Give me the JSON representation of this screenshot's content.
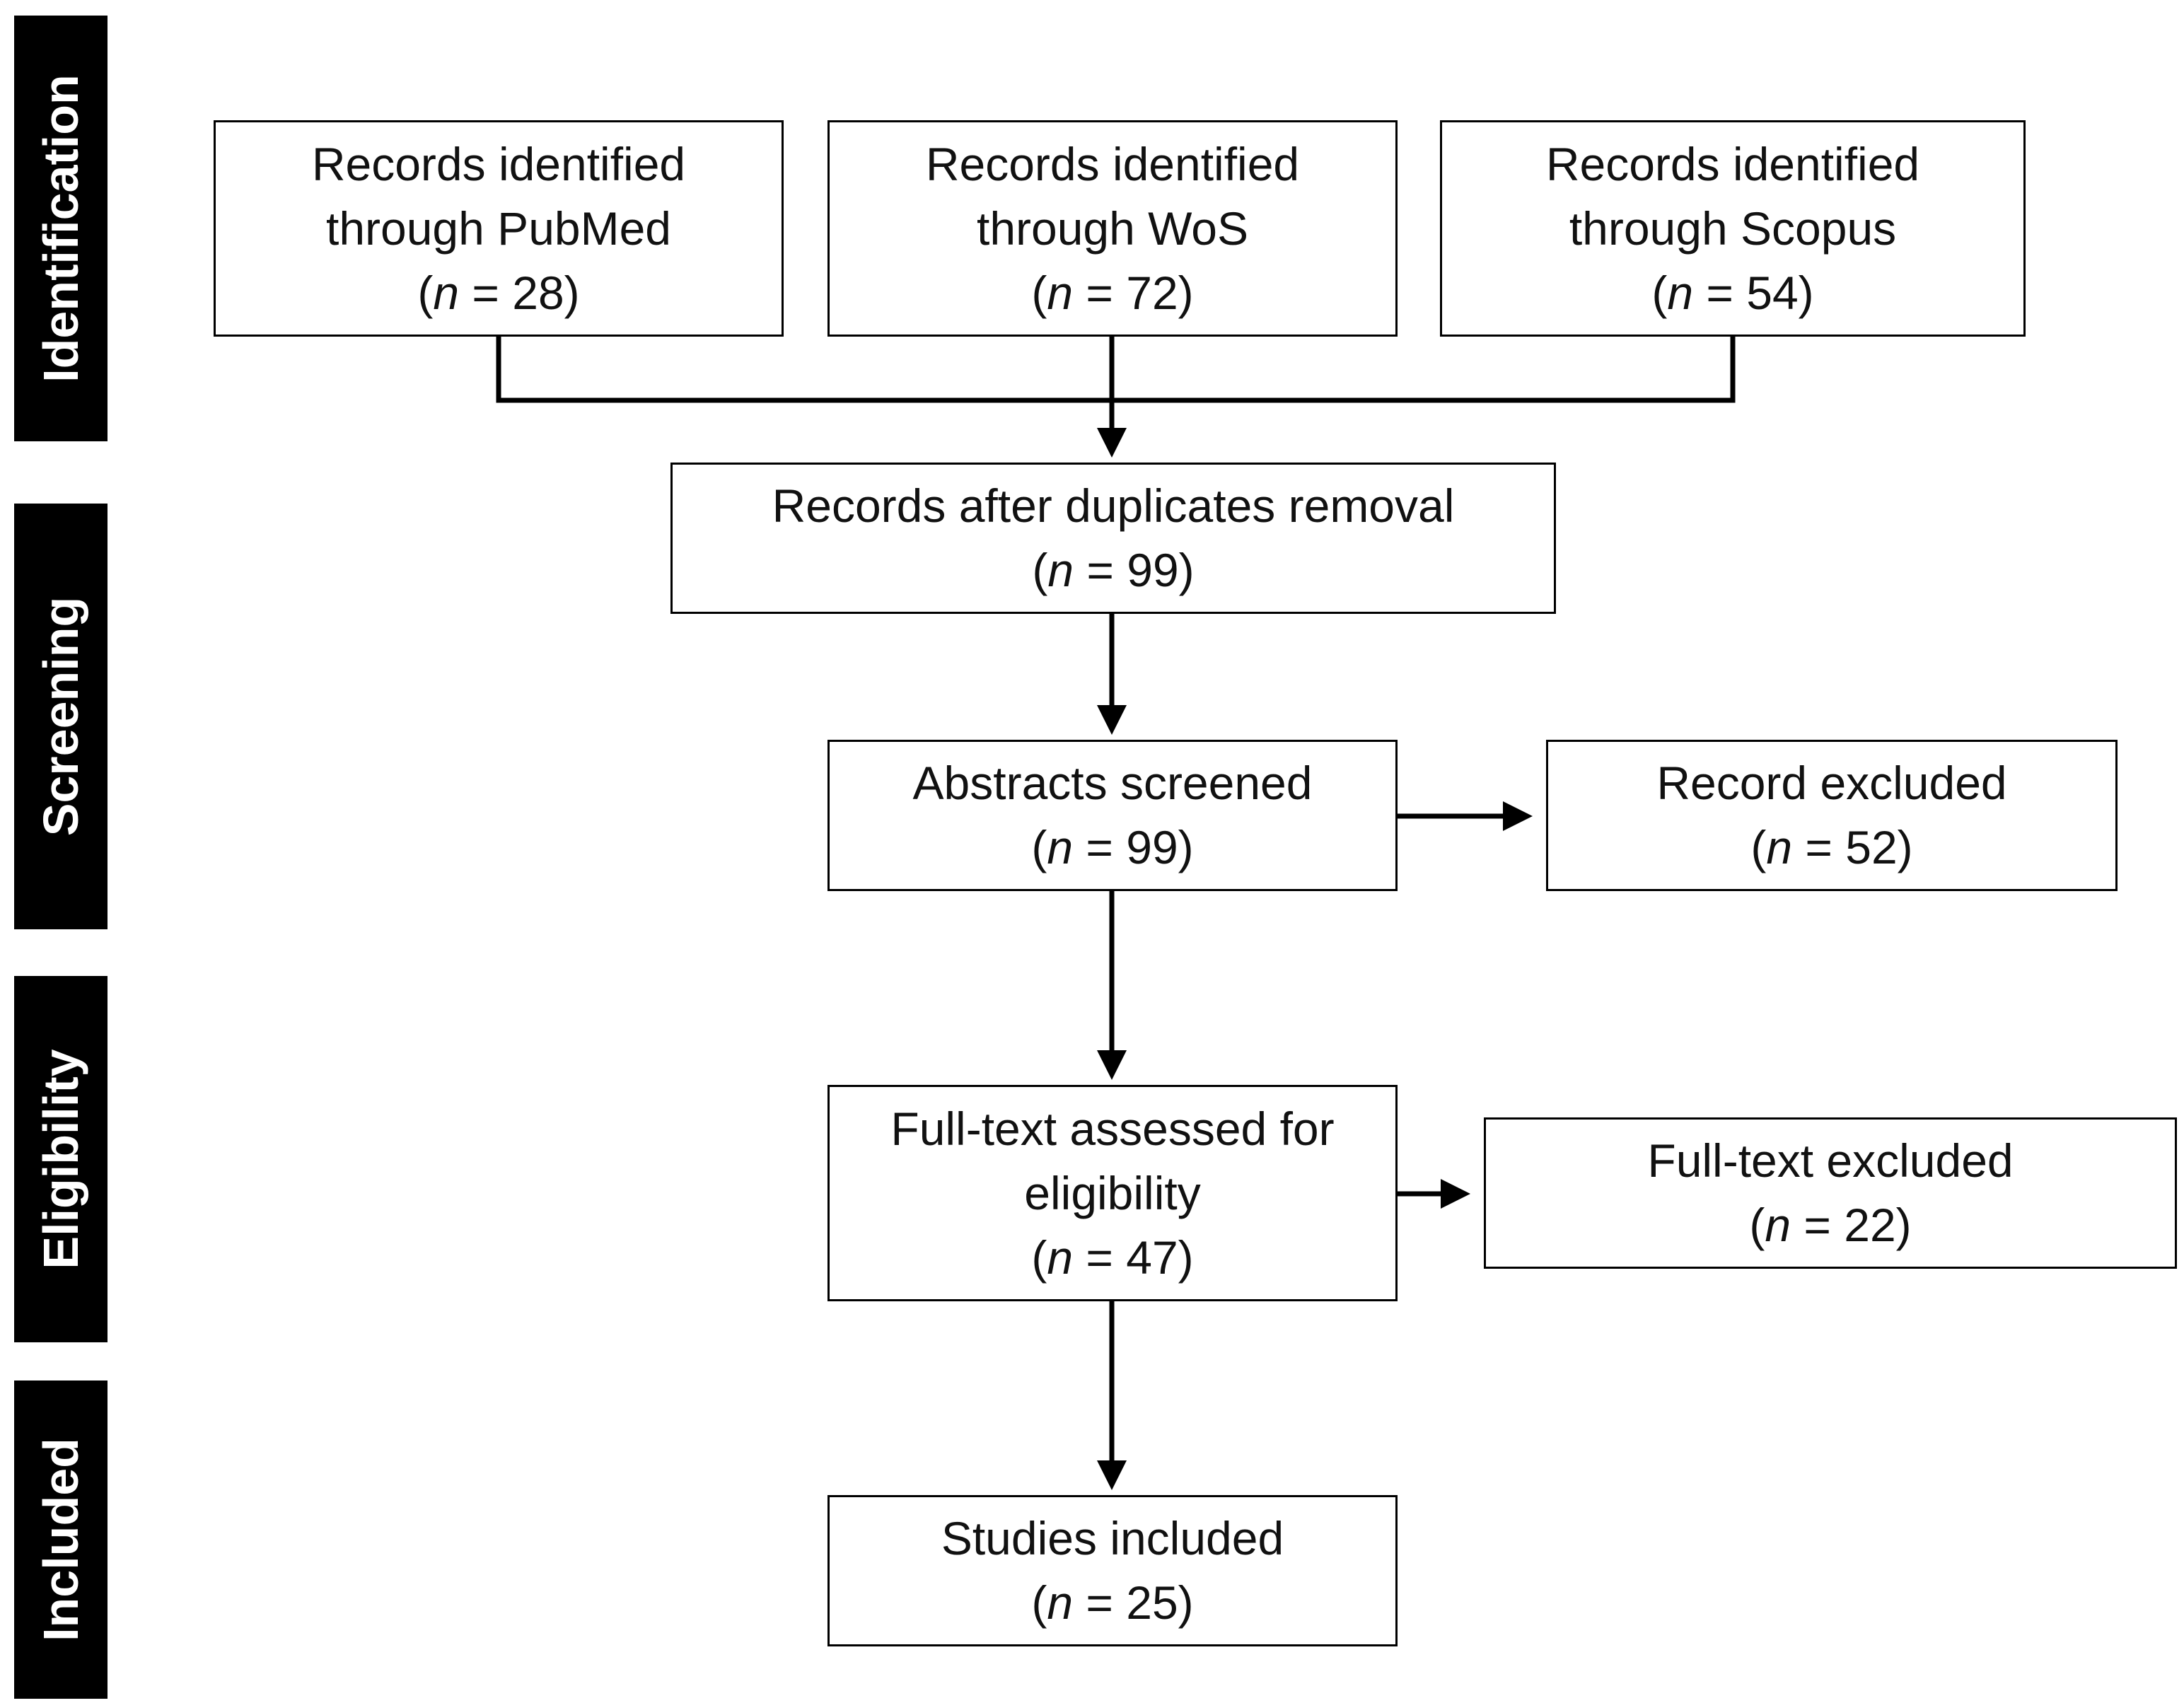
{
  "stages": [
    "Identification",
    "Screening",
    "Eligibility",
    "Included"
  ],
  "n_symbol": "n",
  "boxes": {
    "pubmed": {
      "lines": [
        "Records identified",
        "through PubMed"
      ],
      "n": "28"
    },
    "wos": {
      "lines": [
        "Records identified",
        "through WoS"
      ],
      "n": "72"
    },
    "scopus": {
      "lines": [
        "Records identified",
        "through Scopus"
      ],
      "n": "54"
    },
    "dedup": {
      "lines": [
        "Records after duplicates removal"
      ],
      "n": "99"
    },
    "abstracts": {
      "lines": [
        "Abstracts screened"
      ],
      "n": "99"
    },
    "rec_excl": {
      "lines": [
        "Record excluded"
      ],
      "n": "52"
    },
    "fulltext": {
      "lines": [
        "Full-text assessed for",
        "eligibility"
      ],
      "n": "47"
    },
    "ft_excl": {
      "lines": [
        "Full-text excluded"
      ],
      "n": "22"
    },
    "included": {
      "lines": [
        "Studies included"
      ],
      "n": "25"
    }
  }
}
